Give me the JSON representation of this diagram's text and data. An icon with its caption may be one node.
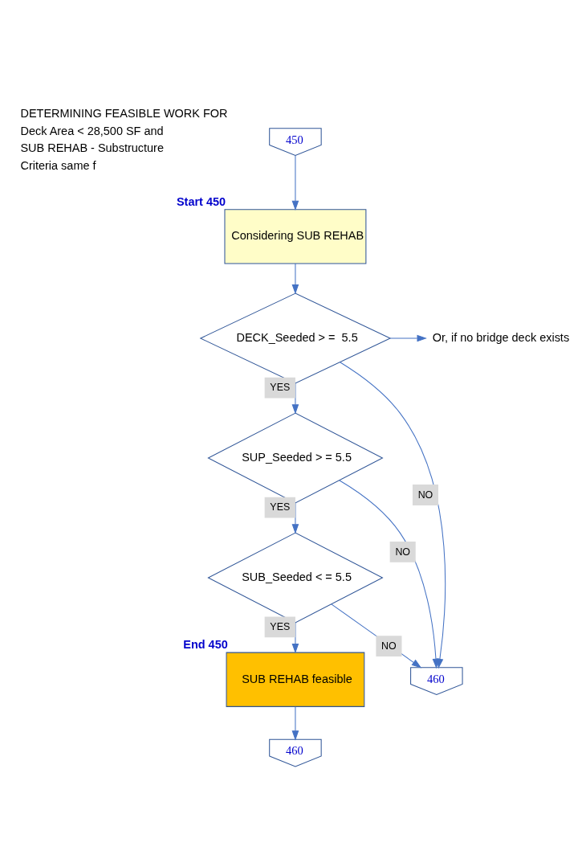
{
  "diagram": {
    "nodes": [
      {
        "text": [
          "450"
        ]
      },
      {
        "text": [
          "Considering SUB REHAB"
        ],
        "beside": [
          "Start 450"
        ]
      },
      {
        "text": [
          "DECK_Seeded > =  5.5"
        ]
      },
      {
        "text": [
          "Or, if no bridge deck exists"
        ]
      },
      {
        "text": [
          "SUP_Seeded > = 5.5"
        ]
      },
      {
        "text": [
          "SUB_Seeded < = 5.5"
        ]
      },
      {
        "text": [
          "SUB REHAB feasible"
        ],
        "beside": [
          "End 450"
        ]
      },
      {
        "text": [
          "460"
        ]
      },
      {
        "text": [
          "460"
        ]
      }
    ],
    "edges": [
      {
        "from": 0,
        "to": 1,
        "arrow": "to"
      },
      {
        "from": 1,
        "to": 2,
        "arrow": "to"
      },
      {
        "from": 2,
        "to": 8,
        "label": "NO",
        "arrow": "to"
      },
      {
        "from": 2,
        "to": 3,
        "arrow": "to"
      },
      {
        "from": 2,
        "to": 4,
        "label": "YES",
        "arrow": "to"
      },
      {
        "from": 4,
        "to": 8,
        "label": "NO",
        "arrow": "to"
      },
      {
        "from": 4,
        "to": 5,
        "label": "YES",
        "arrow": "to"
      },
      {
        "from": 5,
        "to": 8,
        "label": "NO",
        "arrow": "to"
      },
      {
        "from": 5,
        "to": 6,
        "label": "YES",
        "arrow": "to"
      },
      {
        "from": 6,
        "to": 7,
        "arrow": "to"
      }
    ],
    "labels": [
      "DETERMINING FEASIBLE WORK FOR",
      "Deck Area < 28,500 SF and",
      "SUB REHAB - Substructure",
      "Criteria same f"
    ]
  }
}
